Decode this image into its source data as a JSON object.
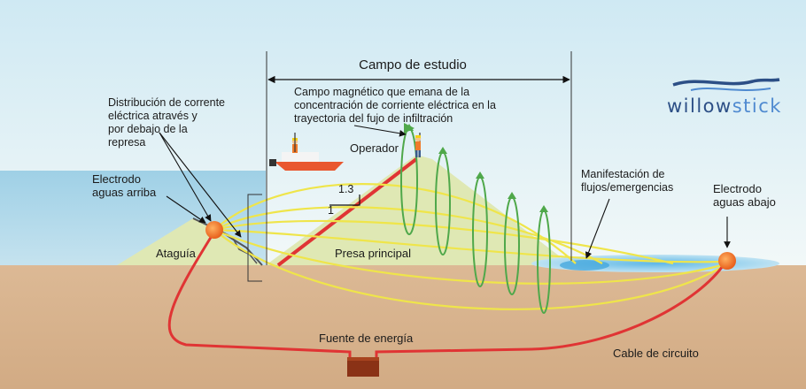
{
  "labels": {
    "study_field": "Campo de estudio",
    "magnetic_field": [
      "Campo magnético que emana de la",
      "concentración de corriente eléctrica en la",
      "trayectoria del fujo de infiltración"
    ],
    "distribution": [
      "Distribución de corrente",
      "eléctrica através y",
      "por debajo de la",
      "represa"
    ],
    "upstream_electrode": [
      "Electrodo",
      "aguas arriba"
    ],
    "downstream_electrode": [
      "Electrodo",
      "aguas abajo"
    ],
    "operator": "Operador",
    "cofferdam": "Ataguía",
    "main_dam": "Presa principal",
    "seepage": [
      "Manifestación de",
      "flujos/emergencias"
    ],
    "power_source": "Fuente de energía",
    "circuit_cable": "Cable de circuito",
    "slope_run": "1.3",
    "slope_rise": "1"
  },
  "logo": {
    "part1": "willow",
    "part2": "stick"
  },
  "colors": {
    "sky_top": "#d6ecf4",
    "sky_bottom": "#f0f7f8",
    "water": "#a9d6ea",
    "ground": "#dcb894",
    "dam": "#dfe8b4",
    "cable": "#e03434",
    "current_lines": "#f0e64a",
    "field_loops": "#4fa84a",
    "electrode": "#f07a2a",
    "logo_dark": "#2c4f86",
    "logo_light": "#4f8ad0"
  }
}
